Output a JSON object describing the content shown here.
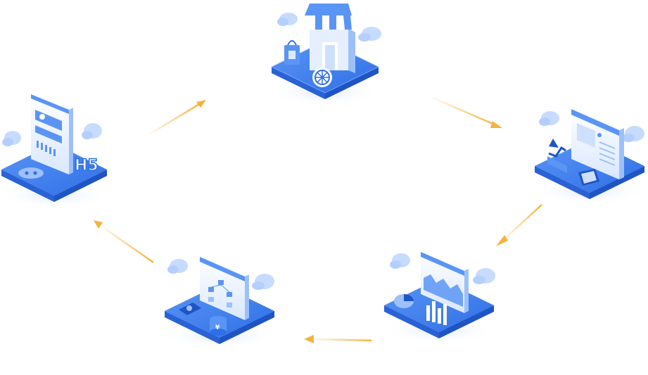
{
  "nodes": [
    {
      "id": "store",
      "icon": "storefront-icon"
    },
    {
      "id": "analytics",
      "icon": "analytics-browser-icon"
    },
    {
      "id": "dashboard",
      "icon": "dashboard-chart-icon"
    },
    {
      "id": "flowchart",
      "icon": "flowchart-browser-icon"
    },
    {
      "id": "mobile",
      "icon": "mobile-h5-icon"
    }
  ],
  "labels": {
    "h5": "H5",
    "currency": "¥"
  },
  "colors": {
    "platform_top": "#3b7ef0",
    "platform_side": "#2a62d6",
    "platform_light": "#9dc0fb",
    "panel": "#e9f1ff",
    "cloud": "#c7dbff",
    "arrow": "#f7b23b",
    "shadow": "#e4eeff"
  }
}
